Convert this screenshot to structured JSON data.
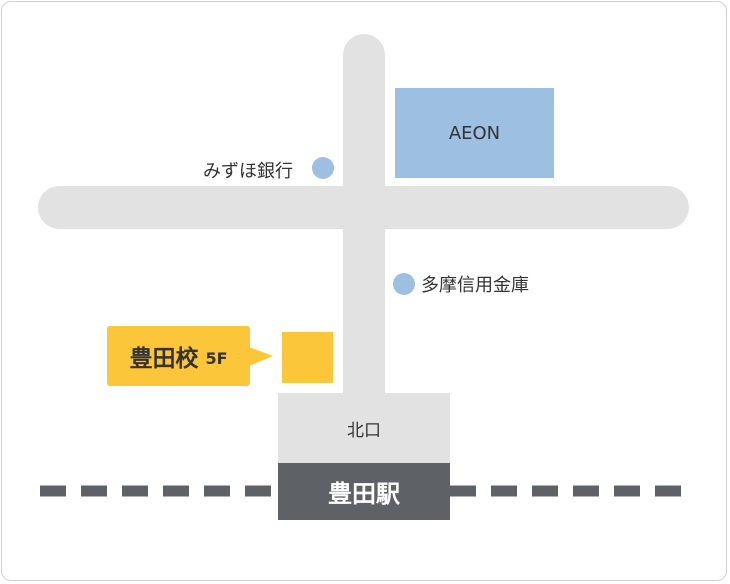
{
  "landmarks": {
    "bank": "みずほ銀行",
    "shinkin": "多摩信用金庫",
    "aeon": "AEON",
    "kitaguchi": "北口",
    "station": "豊田駅"
  },
  "school": {
    "name": "豊田校",
    "floor": "5F"
  },
  "colors": {
    "road": "#e2e2e2",
    "building_blue": "#9dbfe2",
    "marker_blue": "#9dbfe2",
    "school_yellow": "#fcc63a",
    "station_dark": "#5e6166",
    "rail_dash": "#5e6166"
  }
}
